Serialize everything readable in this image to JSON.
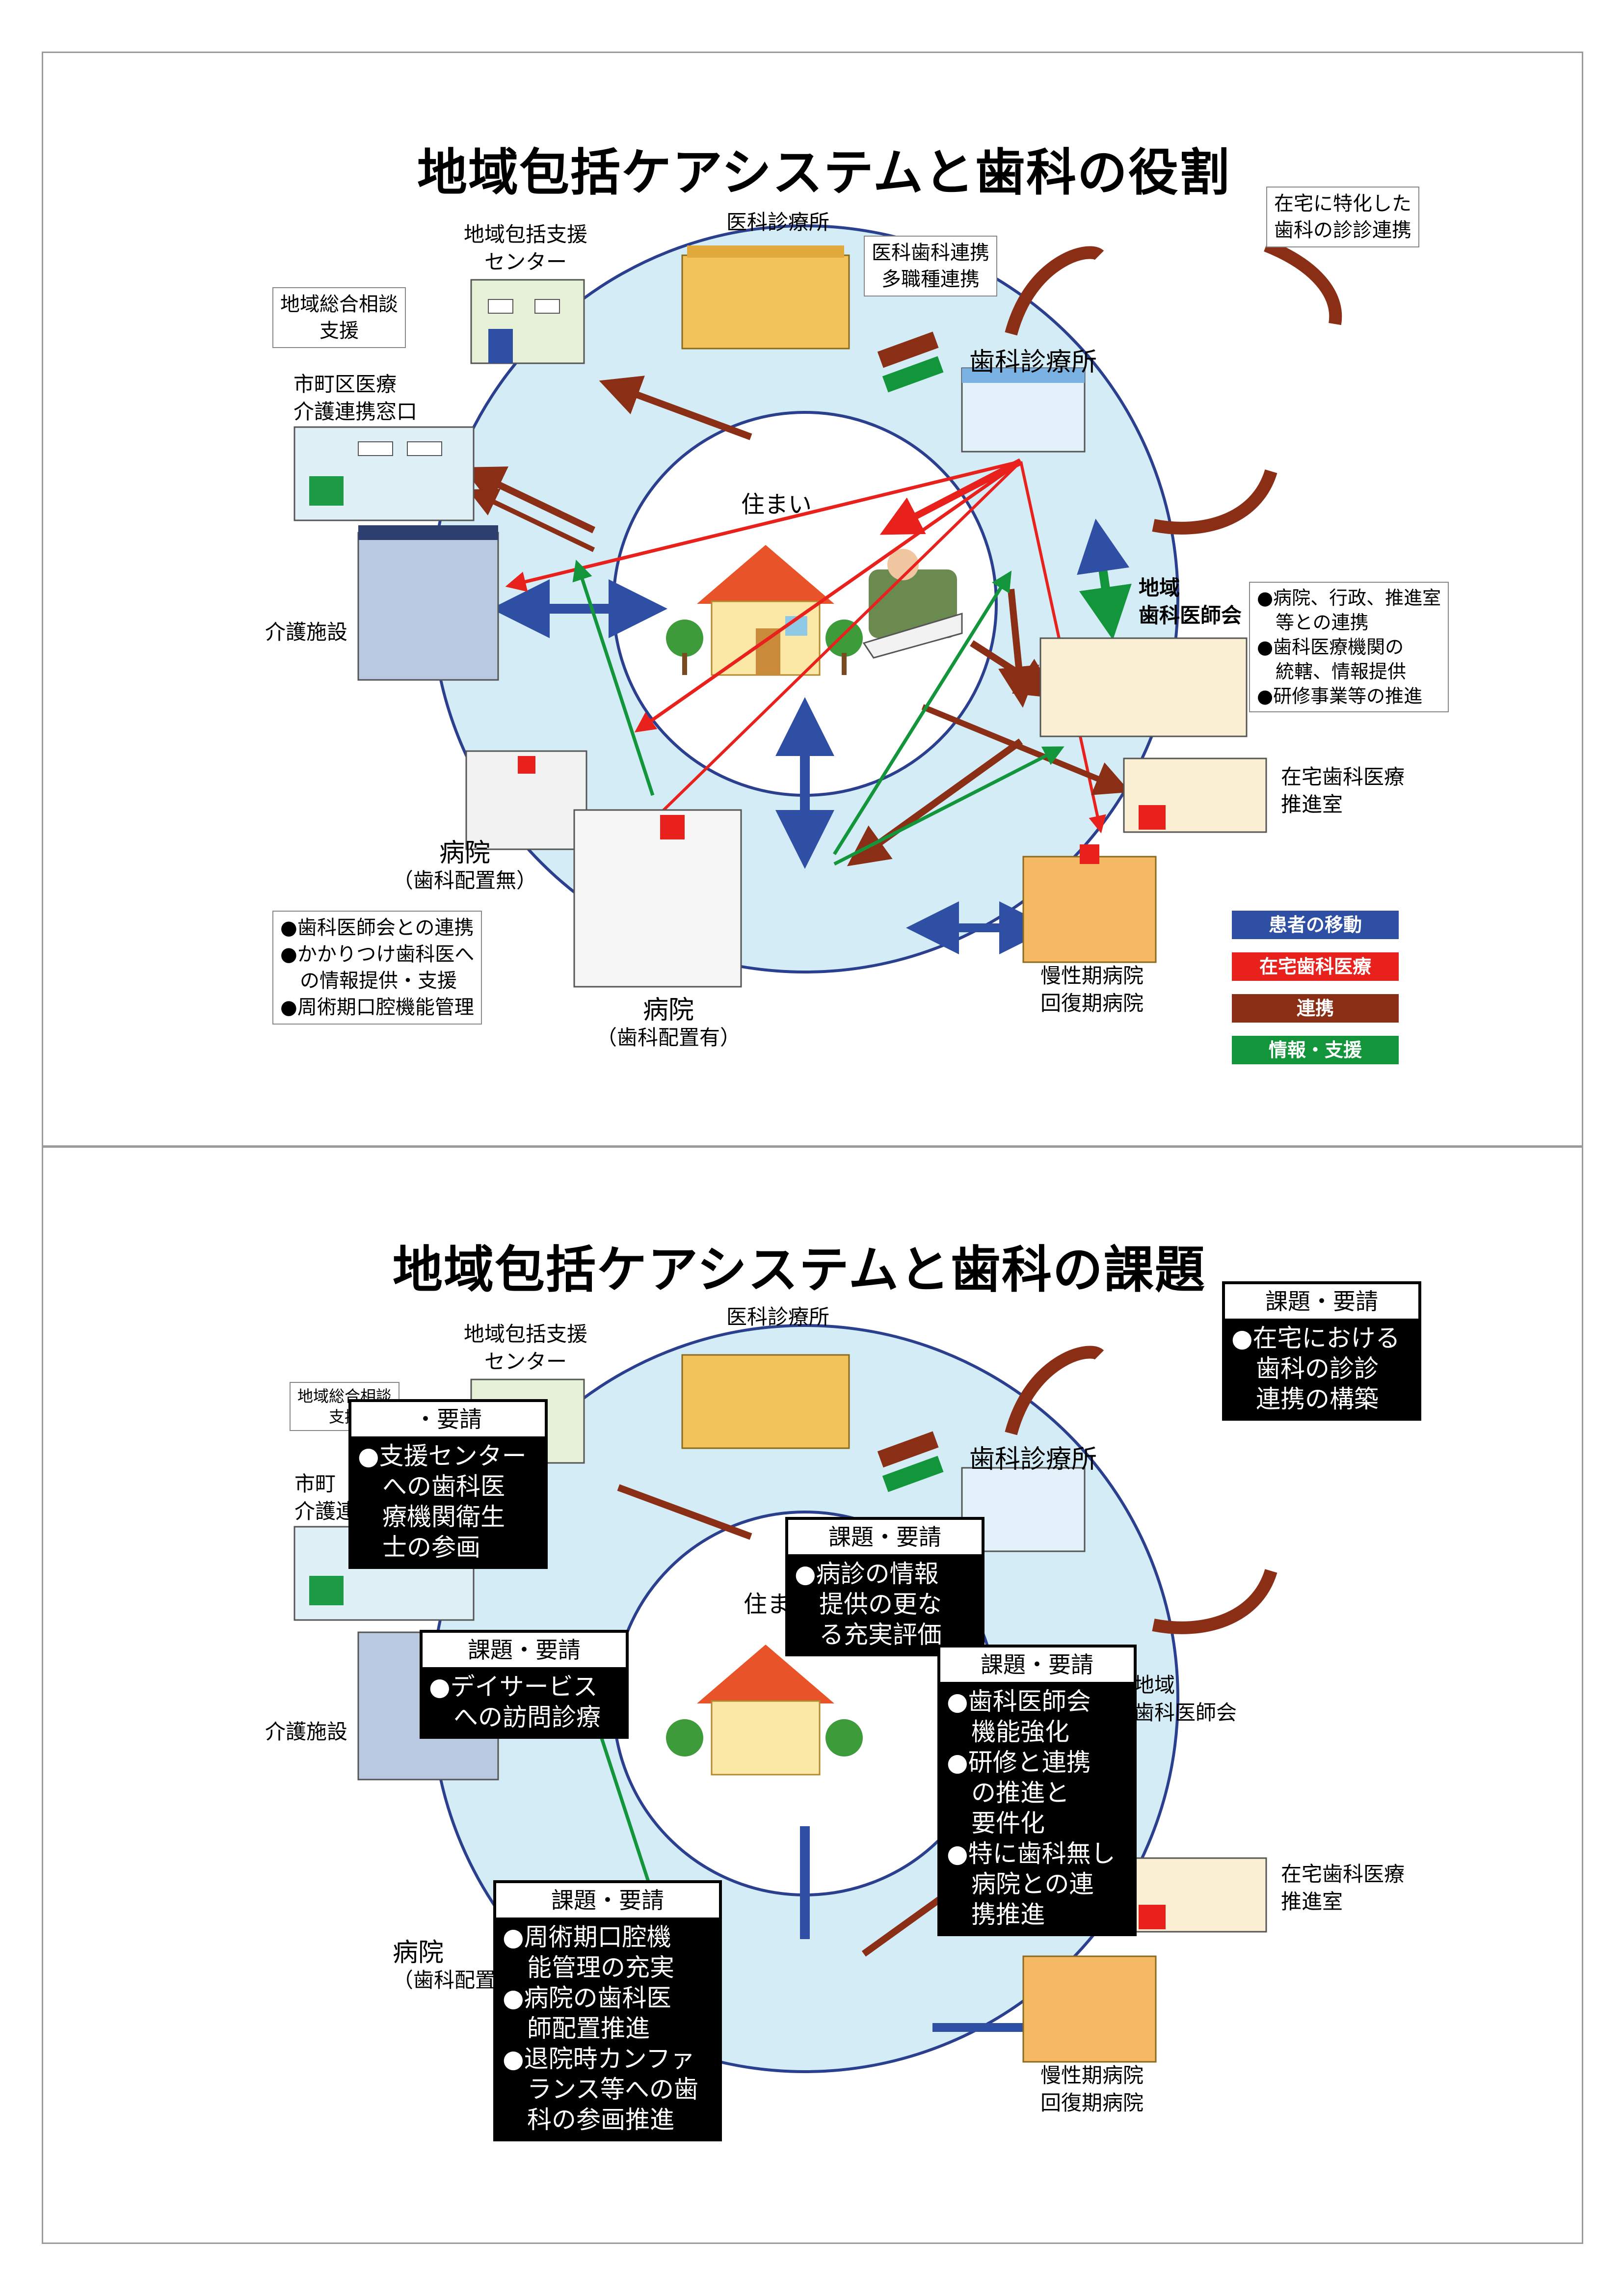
{
  "panel1": {
    "title": "地域包括ケアシステムと歯科の役割",
    "center": "住まい",
    "labels": {
      "support_center": [
        "地域包括支援",
        "センター"
      ],
      "consult": [
        "地域総合相談",
        "支援"
      ],
      "city_window": [
        "市町区医療",
        "介護連携窓口"
      ],
      "care_facility": "介護施設",
      "medical_clinic": "医科診療所",
      "med_dental_link": [
        "医科歯科連携",
        "多職種連携"
      ],
      "dental_clinic": "歯科診療所",
      "home_specialized": [
        "在宅に特化した",
        "歯科の診診連携"
      ],
      "dental_assoc": [
        "地域",
        "歯科医師会"
      ],
      "dental_assoc_notes": [
        "●病院、行政、推進室",
        "　等との連携",
        "●歯科医療機関の",
        "　統轄、情報提供",
        "●研修事業等の推進"
      ],
      "home_dental_office": [
        "在宅歯科医療",
        "推進室"
      ],
      "hospital_no_dental": [
        "病院",
        "（歯科配置無）"
      ],
      "hospital_notes": [
        "●歯科医師会との連携",
        "●かかりつけ歯科医へ",
        "　の情報提供・支援",
        "●周術期口腔機能管理"
      ],
      "hospital_with_dental": [
        "病院",
        "（歯科配置有）"
      ],
      "chronic_hospital": [
        "慢性期病院",
        "回復期病院"
      ]
    },
    "legend": [
      {
        "label": "患者の移動",
        "color": "#2e4fa3"
      },
      {
        "label": "在宅歯科医療",
        "color": "#e8211d"
      },
      {
        "label": "連携",
        "color": "#8b2e16"
      },
      {
        "label": "情報・支援",
        "color": "#13963b"
      }
    ]
  },
  "panel2": {
    "title": "地域包括ケアシステムと歯科の課題",
    "center": "住ま",
    "labels": {
      "support_center": [
        "地域包括支援",
        "センター"
      ],
      "consult": [
        "地域総合相談",
        "支援"
      ],
      "city_window_partial": [
        "市町",
        "介護連"
      ],
      "care_facility": "介護施設",
      "medical_clinic": "医科診療所",
      "dental_clinic": "歯科診療所",
      "dental_assoc": [
        "地域",
        "歯科医師会"
      ],
      "home_dental_office": [
        "在宅歯科医療",
        "推進室"
      ],
      "hospital_partial": [
        "病院",
        "（歯科配置"
      ],
      "chronic_hospital": [
        "慢性期病院",
        "回復期病院"
      ]
    },
    "issues": [
      {
        "head": "課題・要請",
        "lines": [
          "●在宅における",
          "　歯科の診診",
          "　連携の構築"
        ]
      },
      {
        "head": "・要請",
        "lines": [
          "●支援センター",
          "　への歯科医",
          "　療機関衛生",
          "　士の参画"
        ]
      },
      {
        "head": "課題・要請",
        "lines": [
          "●病診の情報",
          "　提供の更な",
          "　る充実評価"
        ]
      },
      {
        "head": "課題・要請",
        "lines": [
          "●デイサービス",
          "　への訪問診療"
        ]
      },
      {
        "head": "課題・要請",
        "lines": [
          "●歯科医師会",
          "　機能強化",
          "●研修と連携",
          "　の推進と",
          "　要件化",
          "●特に歯科無し",
          "　病院との連",
          "　携推進"
        ]
      },
      {
        "head": "課題・要請",
        "lines": [
          "●周術期口腔機",
          "　能管理の充実",
          "●病院の歯科医",
          "　師配置推進",
          "●退院時カンファ",
          "　ランス等への歯",
          "　科の参画推進"
        ]
      }
    ]
  }
}
